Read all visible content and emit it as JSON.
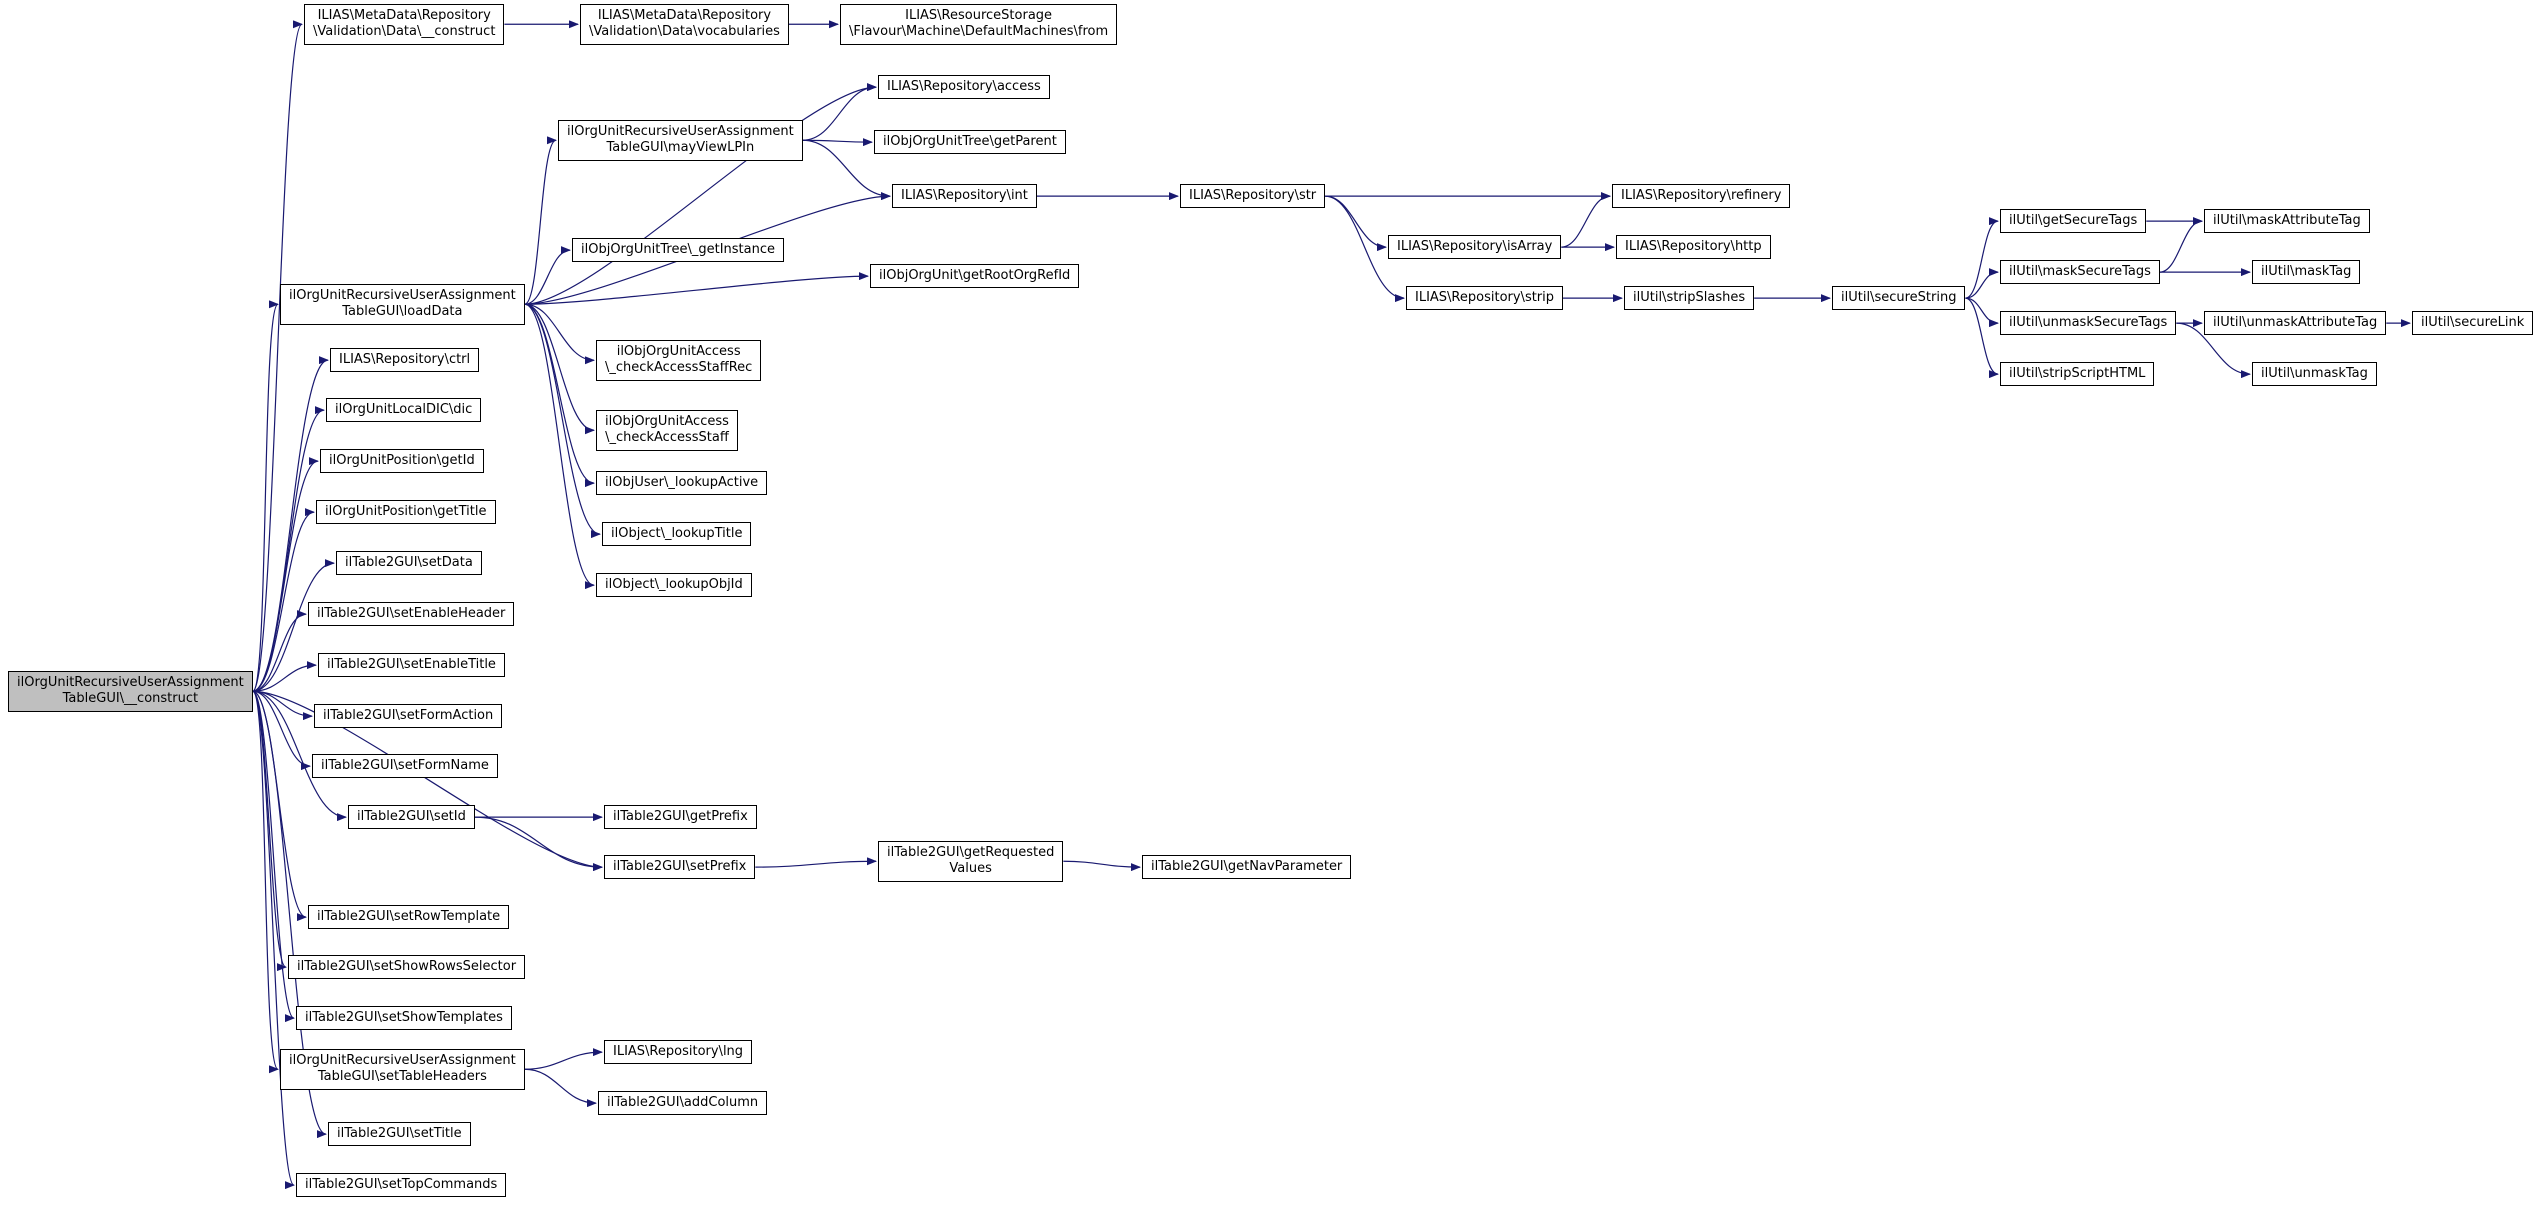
{
  "colors": {
    "edge": "#191970",
    "node_border": "#000000",
    "node_bg": "#ffffff",
    "highlight_bg": "#bfbfbf",
    "text": "#000000"
  },
  "nodes": {
    "md_construct": {
      "label": "ILIAS\\MetaData\\Repository\n\\Validation\\Data\\__construct"
    },
    "md_vocabularies": {
      "label": "ILIAS\\MetaData\\Repository\n\\Validation\\Data\\vocabularies"
    },
    "rs_from": {
      "label": "ILIAS\\ResourceStorage\n\\Flavour\\Machine\\DefaultMachines\\from"
    },
    "rep_access": {
      "label": "ILIAS\\Repository\\access"
    },
    "mayViewLPIn": {
      "label": "ilOrgUnitRecursiveUserAssignment\nTableGUI\\mayViewLPIn"
    },
    "getParent": {
      "label": "ilObjOrgUnitTree\\getParent"
    },
    "rep_int": {
      "label": "ILIAS\\Repository\\int"
    },
    "rep_str": {
      "label": "ILIAS\\Repository\\str"
    },
    "rep_refinery": {
      "label": "ILIAS\\Repository\\refinery"
    },
    "rep_isArray": {
      "label": "ILIAS\\Repository\\isArray"
    },
    "rep_http": {
      "label": "ILIAS\\Repository\\http"
    },
    "rep_strip": {
      "label": "ILIAS\\Repository\\strip"
    },
    "stripSlashes": {
      "label": "ilUtil\\stripSlashes"
    },
    "secureString": {
      "label": "ilUtil\\secureString"
    },
    "getSecureTags": {
      "label": "ilUtil\\getSecureTags"
    },
    "maskAttributeTag": {
      "label": "ilUtil\\maskAttributeTag"
    },
    "maskSecureTags": {
      "label": "ilUtil\\maskSecureTags"
    },
    "maskTag": {
      "label": "ilUtil\\maskTag"
    },
    "unmaskSecureTags": {
      "label": "ilUtil\\unmaskSecureTags"
    },
    "unmaskAttributeTag": {
      "label": "ilUtil\\unmaskAttributeTag"
    },
    "secureLink": {
      "label": "ilUtil\\secureLink"
    },
    "stripScriptHTML": {
      "label": "ilUtil\\stripScriptHTML"
    },
    "unmaskTag": {
      "label": "ilUtil\\unmaskTag"
    },
    "getInstance": {
      "label": "ilObjOrgUnitTree\\_getInstance"
    },
    "getRootOrgRefId": {
      "label": "ilObjOrgUnit\\getRootOrgRefId"
    },
    "loadData": {
      "label": "ilOrgUnitRecursiveUserAssignment\nTableGUI\\loadData"
    },
    "rep_ctrl": {
      "label": "ILIAS\\Repository\\ctrl"
    },
    "checkAccessStaffRec": {
      "label": "ilObjOrgUnitAccess\n\\_checkAccessStaffRec"
    },
    "checkAccessStaff": {
      "label": "ilObjOrgUnitAccess\n\\_checkAccessStaff"
    },
    "dic": {
      "label": "ilOrgUnitLocalDIC\\dic"
    },
    "pos_getId": {
      "label": "ilOrgUnitPosition\\getId"
    },
    "lookupActive": {
      "label": "ilObjUser\\_lookupActive"
    },
    "pos_getTitle": {
      "label": "ilOrgUnitPosition\\getTitle"
    },
    "lookupTitle": {
      "label": "ilObject\\_lookupTitle"
    },
    "setData": {
      "label": "ilTable2GUI\\setData"
    },
    "lookupObjId": {
      "label": "ilObject\\_lookupObjId"
    },
    "setEnableHeader": {
      "label": "ilTable2GUI\\setEnableHeader"
    },
    "setEnableTitle": {
      "label": "ilTable2GUI\\setEnableTitle"
    },
    "main": {
      "label": "ilOrgUnitRecursiveUserAssignment\nTableGUI\\__construct"
    },
    "setFormAction": {
      "label": "ilTable2GUI\\setFormAction"
    },
    "setFormName": {
      "label": "ilTable2GUI\\setFormName"
    },
    "setId": {
      "label": "ilTable2GUI\\setId"
    },
    "getPrefix": {
      "label": "ilTable2GUI\\getPrefix"
    },
    "setPrefix": {
      "label": "ilTable2GUI\\setPrefix"
    },
    "getRequestedValues": {
      "label": "ilTable2GUI\\getRequested\nValues"
    },
    "getNavParameter": {
      "label": "ilTable2GUI\\getNavParameter"
    },
    "setRowTemplate": {
      "label": "ilTable2GUI\\setRowTemplate"
    },
    "setShowRowsSelector": {
      "label": "ilTable2GUI\\setShowRowsSelector"
    },
    "setShowTemplates": {
      "label": "ilTable2GUI\\setShowTemplates"
    },
    "setTableHeaders": {
      "label": "ilOrgUnitRecursiveUserAssignment\nTableGUI\\setTableHeaders"
    },
    "rep_lng": {
      "label": "ILIAS\\Repository\\lng"
    },
    "addColumn": {
      "label": "ilTable2GUI\\addColumn"
    },
    "setTitle": {
      "label": "ilTable2GUI\\setTitle"
    },
    "setTopCommands": {
      "label": "ilTable2GUI\\setTopCommands"
    }
  },
  "edges": [
    [
      "main",
      "md_construct"
    ],
    [
      "md_construct",
      "md_vocabularies"
    ],
    [
      "md_vocabularies",
      "rs_from"
    ],
    [
      "main",
      "loadData"
    ],
    [
      "main",
      "rep_ctrl"
    ],
    [
      "main",
      "dic"
    ],
    [
      "main",
      "pos_getId"
    ],
    [
      "main",
      "pos_getTitle"
    ],
    [
      "main",
      "setData"
    ],
    [
      "main",
      "setEnableHeader"
    ],
    [
      "main",
      "setEnableTitle"
    ],
    [
      "main",
      "setFormAction"
    ],
    [
      "main",
      "setFormName"
    ],
    [
      "main",
      "setId"
    ],
    [
      "main",
      "setPrefix"
    ],
    [
      "main",
      "setRowTemplate"
    ],
    [
      "main",
      "setShowRowsSelector"
    ],
    [
      "main",
      "setShowTemplates"
    ],
    [
      "main",
      "setTableHeaders"
    ],
    [
      "main",
      "setTitle"
    ],
    [
      "main",
      "setTopCommands"
    ],
    [
      "loadData",
      "mayViewLPIn"
    ],
    [
      "loadData",
      "rep_access"
    ],
    [
      "loadData",
      "rep_int"
    ],
    [
      "loadData",
      "getInstance"
    ],
    [
      "loadData",
      "getRootOrgRefId"
    ],
    [
      "loadData",
      "checkAccessStaffRec"
    ],
    [
      "loadData",
      "checkAccessStaff"
    ],
    [
      "loadData",
      "lookupActive"
    ],
    [
      "loadData",
      "lookupTitle"
    ],
    [
      "loadData",
      "lookupObjId"
    ],
    [
      "mayViewLPIn",
      "rep_access"
    ],
    [
      "mayViewLPIn",
      "getParent"
    ],
    [
      "mayViewLPIn",
      "rep_int"
    ],
    [
      "rep_int",
      "rep_str"
    ],
    [
      "rep_str",
      "rep_refinery"
    ],
    [
      "rep_str",
      "rep_isArray"
    ],
    [
      "rep_str",
      "rep_strip"
    ],
    [
      "rep_isArray",
      "rep_refinery"
    ],
    [
      "rep_isArray",
      "rep_http"
    ],
    [
      "rep_strip",
      "stripSlashes"
    ],
    [
      "stripSlashes",
      "secureString"
    ],
    [
      "secureString",
      "getSecureTags"
    ],
    [
      "secureString",
      "maskSecureTags"
    ],
    [
      "secureString",
      "unmaskSecureTags"
    ],
    [
      "secureString",
      "stripScriptHTML"
    ],
    [
      "getSecureTags",
      "maskAttributeTag"
    ],
    [
      "maskSecureTags",
      "maskAttributeTag"
    ],
    [
      "maskSecureTags",
      "maskTag"
    ],
    [
      "unmaskSecureTags",
      "unmaskAttributeTag"
    ],
    [
      "unmaskSecureTags",
      "unmaskTag"
    ],
    [
      "unmaskAttributeTag",
      "secureLink"
    ],
    [
      "setId",
      "getPrefix"
    ],
    [
      "setId",
      "setPrefix"
    ],
    [
      "setPrefix",
      "getRequestedValues"
    ],
    [
      "getRequestedValues",
      "getNavParameter"
    ],
    [
      "setTableHeaders",
      "rep_lng"
    ],
    [
      "setTableHeaders",
      "addColumn"
    ]
  ]
}
